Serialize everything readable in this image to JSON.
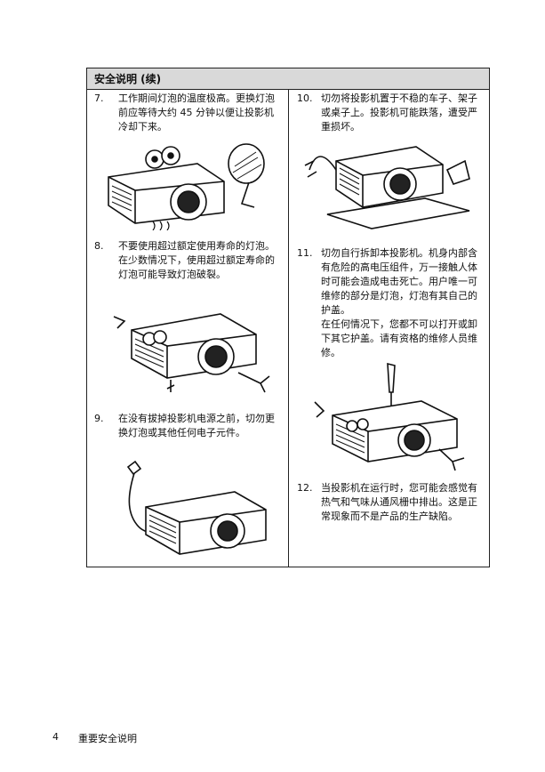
{
  "header": {
    "title": "安全说明 (续)"
  },
  "items": [
    {
      "num": "7.",
      "lines": [
        "工作期间灯泡的温度极高。更换灯泡前应等待大约 45 分钟以便让投影机冷却下来。"
      ]
    },
    {
      "num": "8.",
      "lines": [
        "不要使用超过额定使用寿命的灯泡。在少数情况下，使用超过额定寿命的灯泡可能导致灯泡破裂。"
      ]
    },
    {
      "num": "9.",
      "lines": [
        "在没有拔掉投影机电源之前，切勿更换灯泡或其他任何电子元件。"
      ]
    },
    {
      "num": "10.",
      "lines": [
        "切勿将投影机置于不稳的车子、架子或桌子上。投影机可能跌落，遭受严重损坏。"
      ]
    },
    {
      "num": "11.",
      "lines": [
        "切勿自行拆卸本投影机。机身内部含有危险的高电压组件，万一接触人体时可能会造成电击死亡。用户唯一可维修的部分是灯泡，灯泡有其自己的护盖。",
        "在任何情况下，您都不可以打开或卸下其它护盖。请有资格的维修人员维修。"
      ]
    },
    {
      "num": "12.",
      "lines": [
        "当投影机在运行时，您可能会感觉有热气和气味从通风栅中排出。这是正常现象而不是产品的生产缺陷。"
      ]
    }
  ],
  "footer": {
    "page_number": "4",
    "section": "重要安全说明"
  }
}
